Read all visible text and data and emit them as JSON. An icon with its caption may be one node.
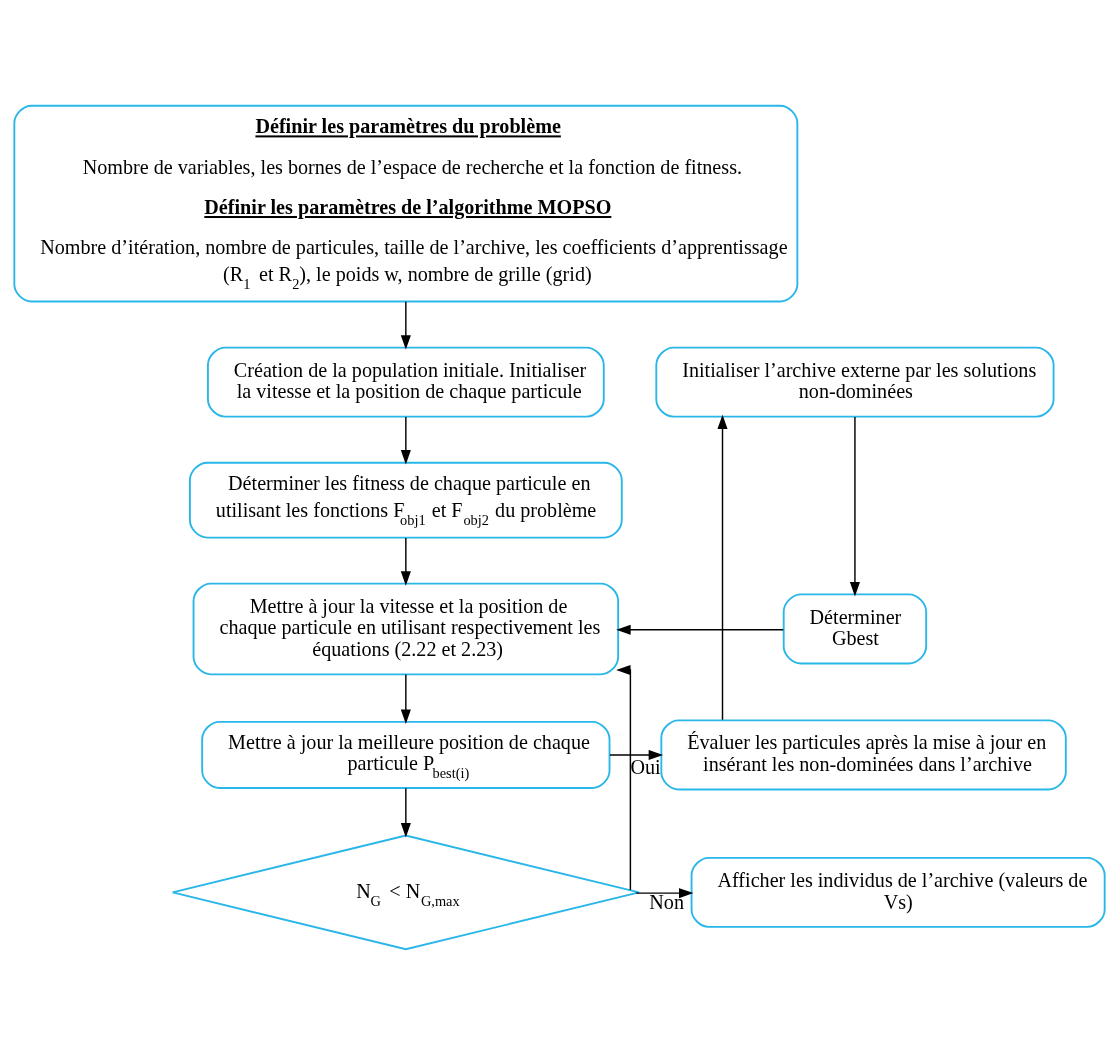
{
  "diagram": {
    "nodes": [
      {
        "text": [
          "Définir les paramètres du problème",
          "Nombre de variables, les bornes de l’espace de recherche et la fonction de fitness.",
          "Définir les paramètres de l’algorithme MOPSO",
          "Nombre d’itération, nombre de particules, taille de l’archive, les coefficients d’apprentissage (R$_{1}$ et R$_{2}$), le poids w, nombre de grille (grid)"
        ]
      },
      {
        "text": [
          "Création de la population initiale. Initialiser la vitesse et la position de chaque particule"
        ]
      },
      {
        "text": [
          "Déterminer les fitness de chaque particule en utilisant les fonctions F$_{obj1}$ et F$_{obj2}$ du problème"
        ]
      },
      {
        "text": [
          "Mettre à jour la vitesse et la position de chaque particule en utilisant respectivement les équations (2.22 et 2.23)"
        ]
      },
      {
        "text": [
          "Mettre à jour la meilleure position de chaque particule P$_{best(i)}$"
        ]
      },
      {
        "text": [
          "N$_{G}$ < N$_{G,max}$"
        ]
      },
      {
        "text": [
          "Initialiser l’archive externe par les solutions non-dominées"
        ]
      },
      {
        "text": [
          "Déterminer Gbest"
        ]
      },
      {
        "text": [
          "Évaluer les particules après la mise à jour en insérant les non-dominées dans l’archive"
        ]
      },
      {
        "text": [
          "Afficher les individus de l’archive (valeurs de Vs)"
        ]
      }
    ],
    "edges": [
      {
        "from": 0,
        "to": 1,
        "arrow": "to"
      },
      {
        "from": 1,
        "to": 2,
        "arrow": "to"
      },
      {
        "from": 2,
        "to": 3,
        "arrow": "to"
      },
      {
        "from": 3,
        "to": 4,
        "arrow": "to"
      },
      {
        "from": 4,
        "to": 5,
        "arrow": "to"
      },
      {
        "from": 5,
        "to": 3,
        "arrow": "to",
        "label": "Oui"
      },
      {
        "from": 5,
        "to": 9,
        "arrow": "to",
        "label": "Non"
      },
      {
        "from": 4,
        "to": 8,
        "arrow": "to"
      },
      {
        "from": 8,
        "to": 6,
        "arrow": "to"
      },
      {
        "from": 6,
        "to": 7,
        "arrow": "to"
      },
      {
        "from": 7,
        "to": 3,
        "arrow": "to"
      }
    ]
  }
}
